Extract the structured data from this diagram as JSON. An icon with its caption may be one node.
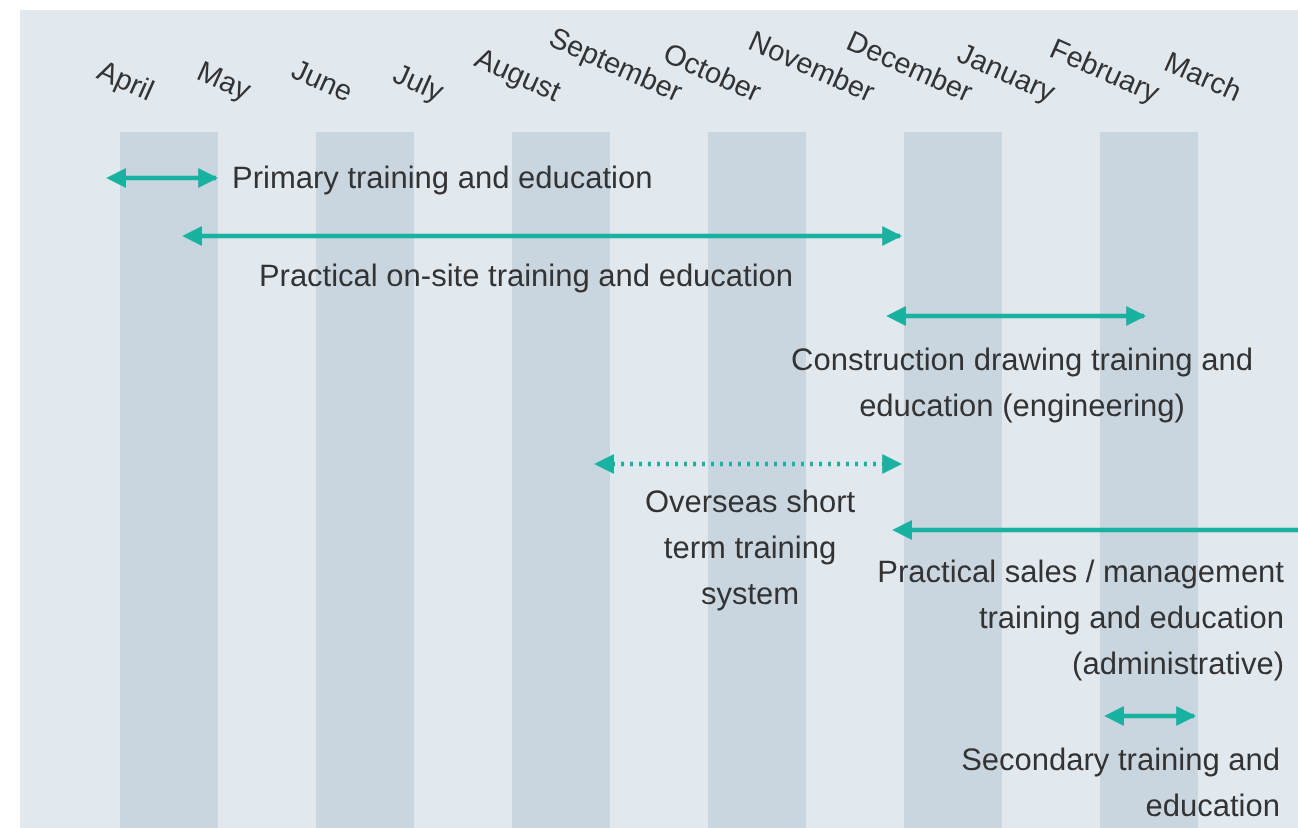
{
  "diagram": {
    "labels": [
      "April",
      "May",
      "June",
      "July",
      "August",
      "September",
      "October",
      "November",
      "December",
      "January",
      "February",
      "March",
      "Primary training and education",
      "Practical on-site training and education",
      "Construction drawing training and education (engineering)",
      "Overseas short term training system",
      "Practical sales / management training and education (administrative)",
      "Secondary training and education"
    ]
  }
}
